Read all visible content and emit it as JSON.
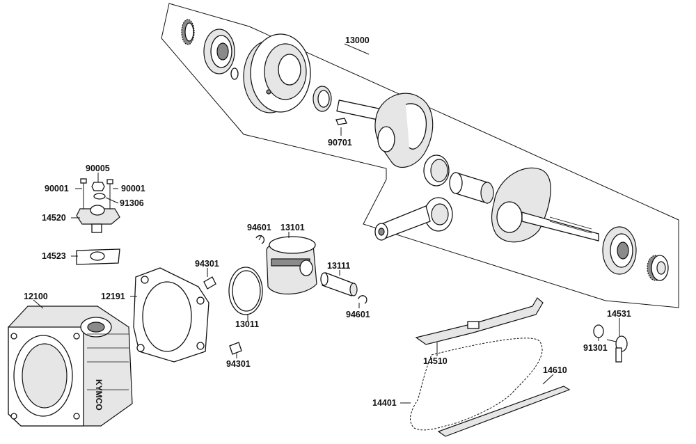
{
  "labels": {
    "p13000": "13000",
    "p90701": "90701",
    "p90005": "90005",
    "p90001a": "90001",
    "p90001b": "90001",
    "p91306": "91306",
    "p14520": "14520",
    "p14523": "14523",
    "p94601a": "94601",
    "p13101": "13101",
    "p94301a": "94301",
    "p13111": "13111",
    "p12100": "12100",
    "p12191": "12191",
    "p13011": "13011",
    "p94601b": "94601",
    "p94301b": "94301",
    "p14531": "14531",
    "p91301": "91301",
    "p14510": "14510",
    "p14610": "14610",
    "p14401": "14401"
  },
  "cylinder_branding": {
    "logo_text": "KYMCO"
  },
  "colors": {
    "line": "#111111",
    "background": "#ffffff",
    "shade_light": "#e6e6e6",
    "shade_dark": "#8a8a8a"
  }
}
